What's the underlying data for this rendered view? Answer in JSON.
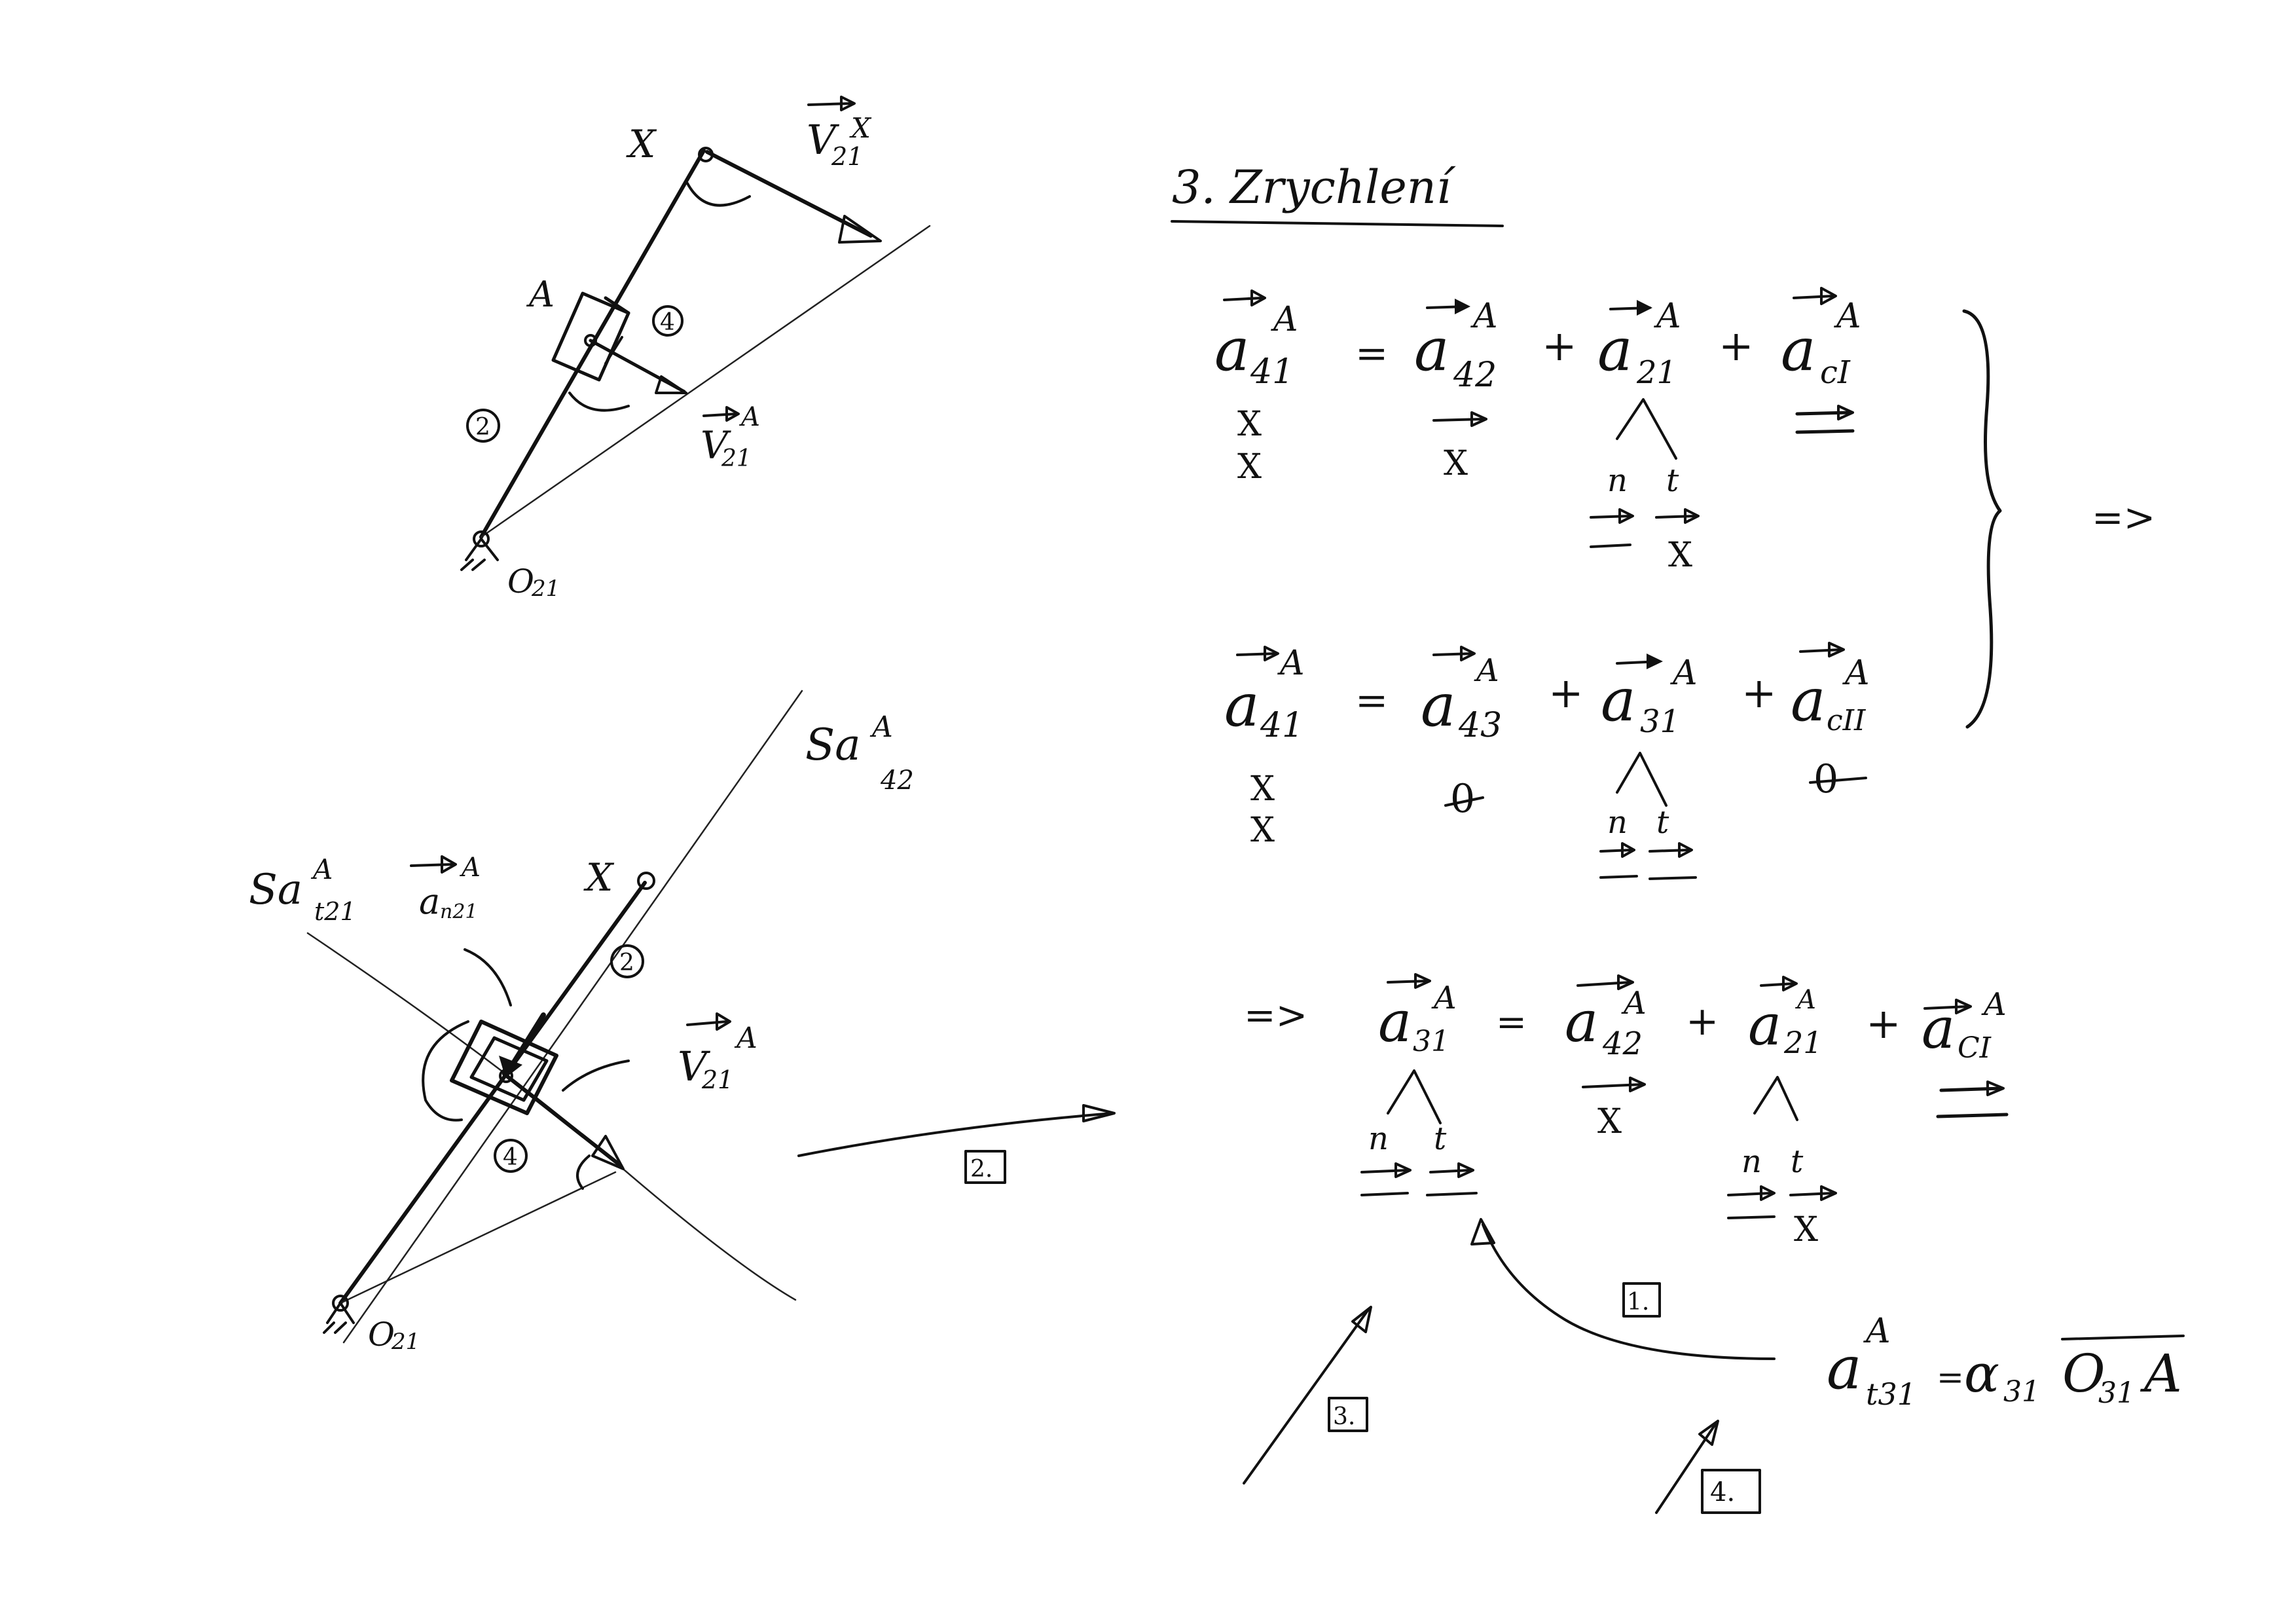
{
  "section_title": "3. Zrychlení",
  "top_sketch": {
    "point_x": "X",
    "velocity_x": {
      "base": "V",
      "sub": "21",
      "sup": "X"
    },
    "slider": "A",
    "link_4": "4",
    "link_2": "2",
    "velocity_a": {
      "base": "V",
      "sub": "21",
      "sup": "A"
    },
    "pivot": {
      "base": "O",
      "sub": "21"
    }
  },
  "bottom_sketch": {
    "dir_a42": {
      "base": "Sa",
      "sub": "42",
      "sup": "A"
    },
    "dir_at21": {
      "base": "Sa",
      "sub": "t21",
      "sup": "A"
    },
    "accel_n21": {
      "base": "a",
      "sub": "n21",
      "sup": "A"
    },
    "point_x": "X",
    "link_2": "2",
    "velocity_a": {
      "base": "V",
      "sub": "21",
      "sup": "A"
    },
    "link_4": "4",
    "pivot": {
      "base": "O",
      "sub": "21"
    },
    "step_box": "2."
  },
  "equation_1": {
    "lhs": {
      "base": "a",
      "sub": "41",
      "sup": "A"
    },
    "eq": "=",
    "terms": [
      {
        "base": "a",
        "sub": "42",
        "sup": "A"
      },
      {
        "base": "a",
        "sub": "21",
        "sup": "A"
      },
      {
        "base": "a",
        "sub": "cI",
        "sup": "A"
      }
    ],
    "plus": "+",
    "nt": [
      "n",
      "t"
    ],
    "marks": {
      "x": "X"
    }
  },
  "equation_2": {
    "lhs": {
      "base": "a",
      "sub": "41",
      "sup": "A"
    },
    "eq": "=",
    "terms": [
      {
        "base": "a",
        "sub": "43",
        "sup": "A"
      },
      {
        "base": "a",
        "sub": "31",
        "sup": "A"
      },
      {
        "base": "a",
        "sub": "cII",
        "sup": "A"
      }
    ],
    "plus": "+",
    "nt": [
      "n",
      "t"
    ],
    "marks": {
      "x": "X",
      "zero": "0"
    }
  },
  "implies": "=>",
  "equation_3": {
    "prefix": "=>",
    "lhs": {
      "base": "a",
      "sub": "31",
      "sup": "A"
    },
    "eq": "=",
    "terms": [
      {
        "base": "a",
        "sub": "42",
        "sup": "A"
      },
      {
        "base": "a",
        "sub": "21",
        "sup": "A"
      },
      {
        "base": "a",
        "sub": "CI",
        "sup": "A"
      }
    ],
    "plus": "+",
    "nt": [
      "n",
      "t"
    ],
    "marks": {
      "x": "X"
    }
  },
  "tangential_formula": {
    "lhs": {
      "base": "a",
      "sub": "t31",
      "sup": "A"
    },
    "eq": "=",
    "alpha": "α",
    "alpha_sub": "31",
    "segment": {
      "base": "O",
      "sub": "31",
      "end": "A"
    }
  },
  "steps": [
    "1.",
    "2.",
    "3.",
    "4."
  ]
}
